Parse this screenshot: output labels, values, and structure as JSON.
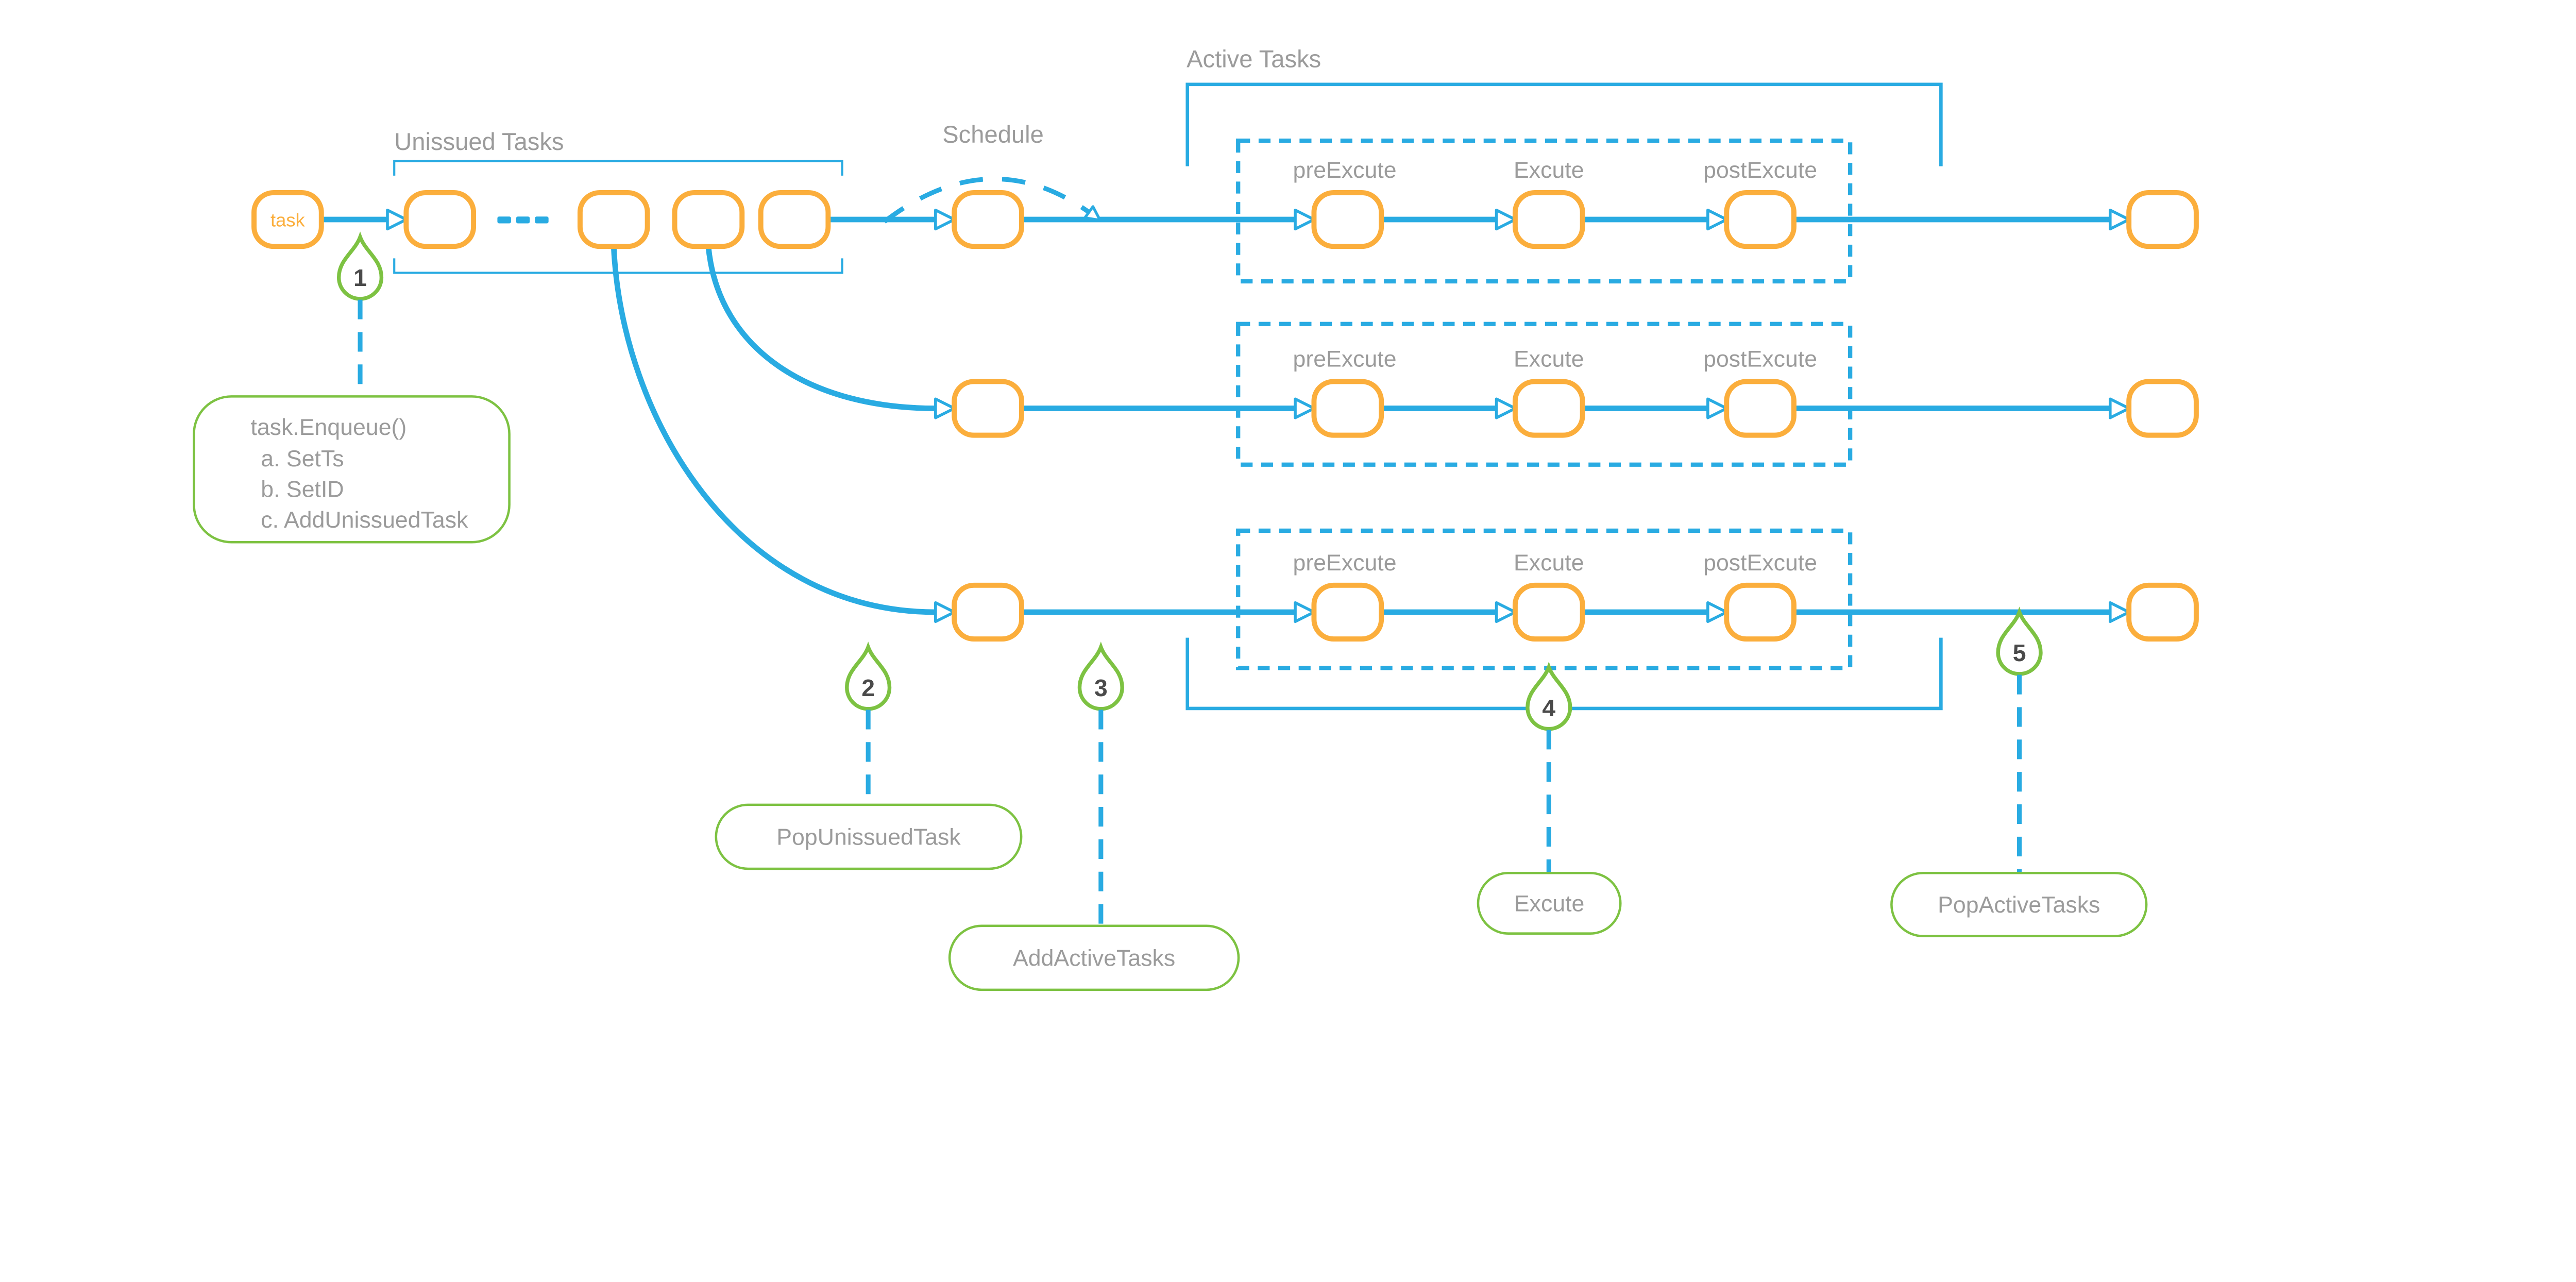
{
  "diagram": {
    "background": "#ffffff",
    "colors": {
      "flow_blue": "#29ABE2",
      "node_orange": "#FBAE3C",
      "marker_green": "#7DC242",
      "label_gray": "#9B9B9B",
      "number_dark": "#4A4A4A"
    },
    "labels": {
      "unissued_tasks": "Unissued Tasks",
      "active_tasks": "Active Tasks",
      "schedule": "Schedule",
      "queue_ellipsis": "..."
    },
    "task_label": "task",
    "rows": [
      {
        "pre": "preExcute",
        "exec": "Excute",
        "post": "postExcute"
      },
      {
        "pre": "preExcute",
        "exec": "Excute",
        "post": "postExcute"
      },
      {
        "pre": "preExcute",
        "exec": "Excute",
        "post": "postExcute"
      }
    ],
    "markers": [
      {
        "num": "1"
      },
      {
        "num": "2"
      },
      {
        "num": "3"
      },
      {
        "num": "4"
      },
      {
        "num": "5"
      }
    ],
    "callouts": {
      "enqueue_lines": [
        "task.Enqueue()",
        "a. SetTs",
        "b. SetID",
        "c. AddUnissuedTask"
      ],
      "pop_unissued": "PopUnissuedTask",
      "add_active": "AddActiveTasks",
      "excute": "Excute",
      "pop_active": "PopActiveTasks"
    }
  }
}
